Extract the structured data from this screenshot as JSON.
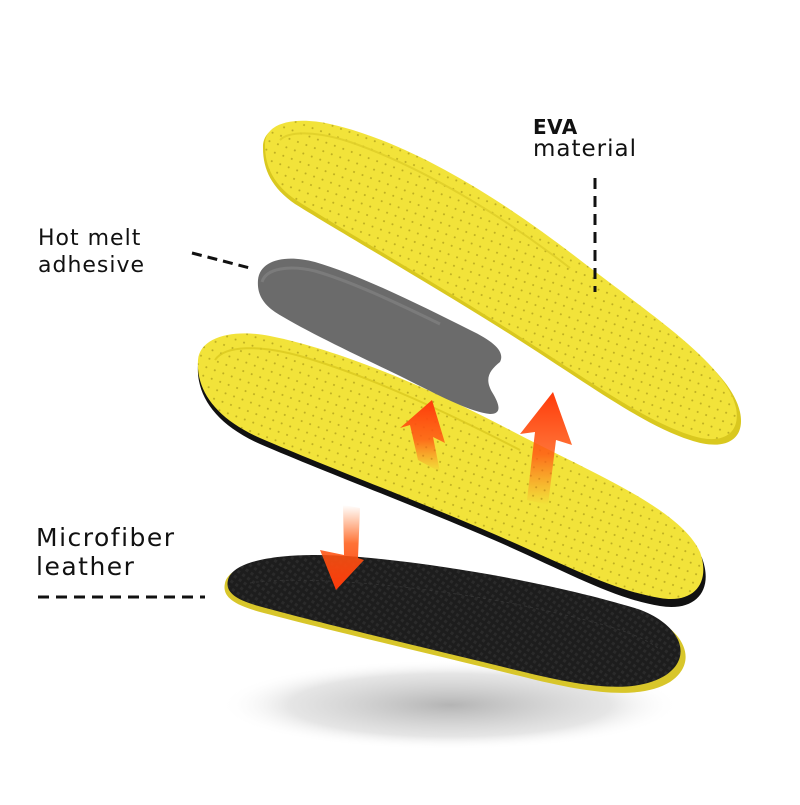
{
  "labels": {
    "eva_line1": "EVA",
    "eva_line2": "material",
    "hot_melt_line1": "Hot melt",
    "hot_melt_line2": "adhesive",
    "microfiber_line1": "Microfiber",
    "microfiber_line2": "leather"
  },
  "colors": {
    "eva_yellow": "#f2e33a",
    "eva_edge": "#d9c81f",
    "adhesive_gray": "#6b6b6b",
    "leather_black": "#1c1c1c",
    "arrow_orange": "#ff4a12",
    "perforation": "#9a8a10"
  }
}
